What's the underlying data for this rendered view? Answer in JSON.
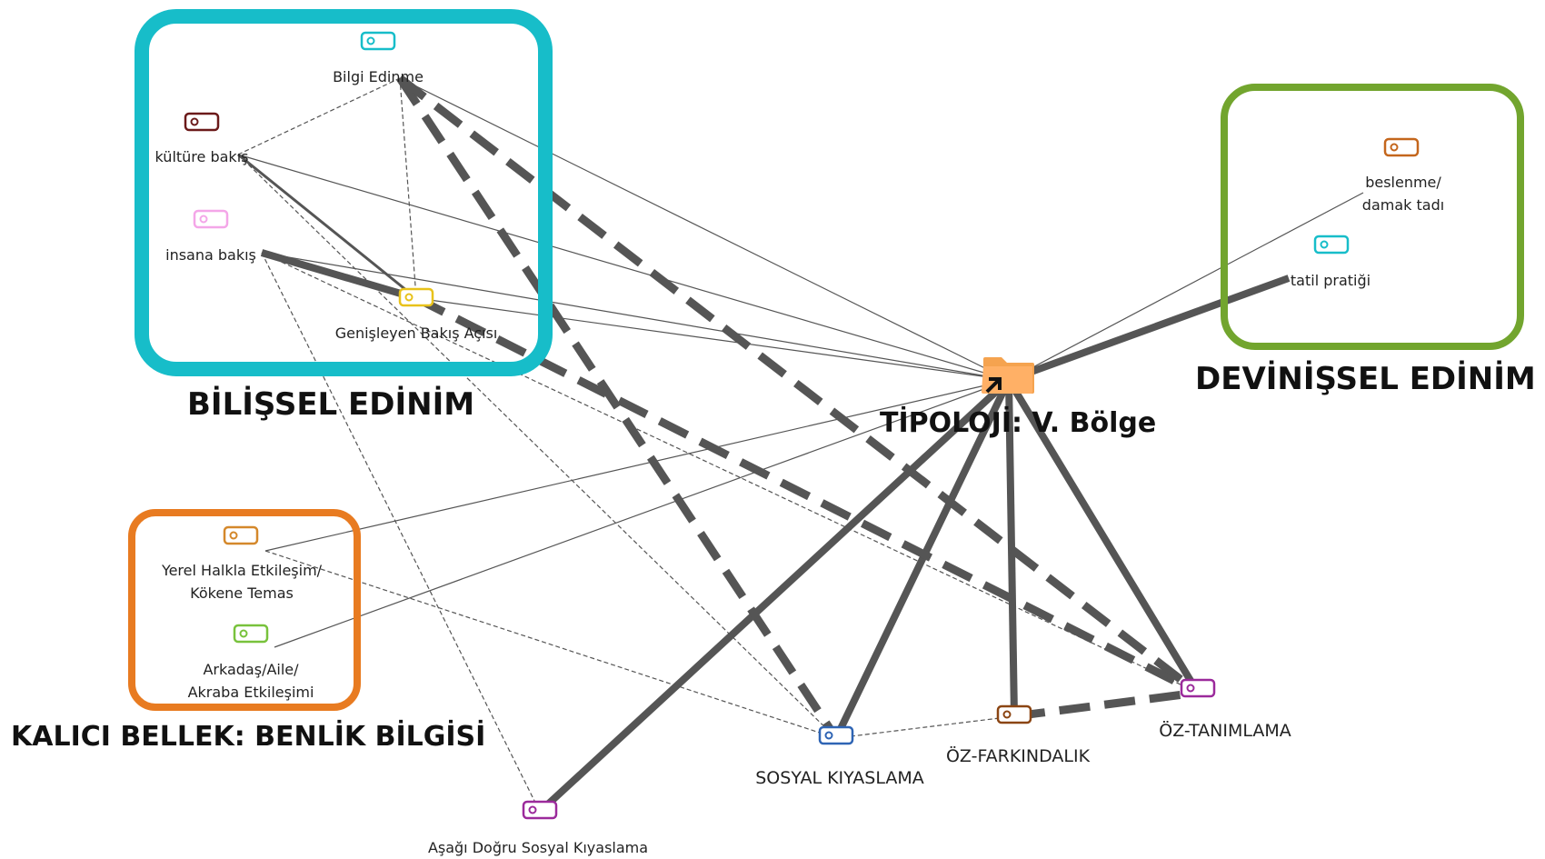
{
  "groups": {
    "bilissel": {
      "title": "BİLİŞSEL EDİNİM",
      "color": "#17bdc9"
    },
    "devinissel": {
      "title": "DEVİNİŞSEL EDİNİM",
      "color": "#72a52e"
    },
    "kalici": {
      "title": "KALICI BELLEK: BENLİK BİLGİSİ",
      "color": "#e87b21"
    }
  },
  "center": {
    "label": "TİPOLOJİ: V. Bölge",
    "icon": "folder-icon",
    "color": "#f5a34f"
  },
  "nodes": [
    {
      "id": "bilgi",
      "label": "Bilgi Edinme",
      "color": "#17bdc9",
      "icon": "tag-icon"
    },
    {
      "id": "kultur",
      "label": "kültüre bakış",
      "color": "#6b1a1a",
      "icon": "tag-icon"
    },
    {
      "id": "insan",
      "label": "insana bakış",
      "color": "#f4a6e8",
      "icon": "tag-icon"
    },
    {
      "id": "genis",
      "label": "Genişleyen Bakış Açısı",
      "color": "#e8c21a",
      "icon": "tag-icon"
    },
    {
      "id": "beslenme",
      "label": "beslenme/\ndamak tadı",
      "color": "#c4661c",
      "icon": "tag-icon"
    },
    {
      "id": "tatil",
      "label": "tatil pratiği",
      "color": "#17bdc9",
      "icon": "tag-icon"
    },
    {
      "id": "yerel",
      "label": "Yerel Halkla Etkileşim/\nKökene Temas",
      "color": "#d4882b",
      "icon": "tag-icon"
    },
    {
      "id": "arkadas",
      "label": "Arkadaş/Aile/\nAkraba Etkileşimi",
      "color": "#78c23c",
      "icon": "tag-icon"
    },
    {
      "id": "sosyal",
      "label": "SOSYAL KIYASLAMA",
      "color": "#2e64b4",
      "icon": "tag-icon"
    },
    {
      "id": "ozfark",
      "label": "ÖZ-FARKINDALIK",
      "color": "#8b4513",
      "icon": "tag-icon"
    },
    {
      "id": "oztanim",
      "label": "ÖZ-TANIMLAMA",
      "color": "#9b2a9b",
      "icon": "tag-icon"
    },
    {
      "id": "asagi",
      "label": "Aşağı Doğru Sosyal Kıyaslama",
      "color": "#9b2a9b",
      "icon": "tag-icon"
    }
  ],
  "edges": [
    {
      "from": "bilgi",
      "to": "center",
      "style": "thin"
    },
    {
      "from": "kultur",
      "to": "center",
      "style": "thin"
    },
    {
      "from": "insan",
      "to": "center",
      "style": "thin"
    },
    {
      "from": "genis",
      "to": "center",
      "style": "thin"
    },
    {
      "from": "beslenme",
      "to": "center",
      "style": "thin"
    },
    {
      "from": "tatil",
      "to": "center",
      "style": "thick"
    },
    {
      "from": "yerel",
      "to": "center",
      "style": "thin"
    },
    {
      "from": "arkadas",
      "to": "center",
      "style": "thin"
    },
    {
      "from": "center",
      "to": "sosyal",
      "style": "thick"
    },
    {
      "from": "center",
      "to": "ozfark",
      "style": "thick"
    },
    {
      "from": "center",
      "to": "oztanim",
      "style": "thick"
    },
    {
      "from": "center",
      "to": "asagi",
      "style": "thick"
    },
    {
      "from": "bilgi",
      "to": "sosyal",
      "style": "thickdash"
    },
    {
      "from": "bilgi",
      "to": "oztanim",
      "style": "thickdash"
    },
    {
      "from": "genis",
      "to": "oztanim",
      "style": "thickdash"
    },
    {
      "from": "ozfark",
      "to": "oztanim",
      "style": "thickdash"
    },
    {
      "from": "insan",
      "to": "genis",
      "style": "thick"
    },
    {
      "from": "kultur",
      "to": "genis",
      "style": "medium"
    },
    {
      "from": "kultur",
      "to": "bilgi",
      "style": "thindash"
    },
    {
      "from": "bilgi",
      "to": "genis",
      "style": "thindash"
    },
    {
      "from": "insan",
      "to": "asagi",
      "style": "thindash"
    },
    {
      "from": "kultur",
      "to": "sosyal",
      "style": "thindash"
    },
    {
      "from": "insan",
      "to": "oztanim",
      "style": "thindash"
    },
    {
      "from": "yerel",
      "to": "sosyal",
      "style": "thindash"
    },
    {
      "from": "sosyal",
      "to": "ozfark",
      "style": "thindash"
    }
  ]
}
